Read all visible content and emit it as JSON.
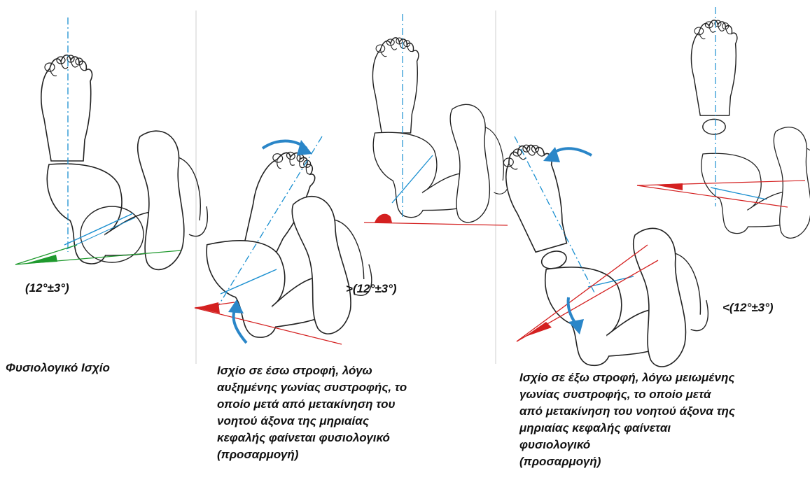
{
  "panels": [
    {
      "angle_label": "(12°±3°)",
      "caption": "Φυσιολογικό Ισχίο"
    },
    {
      "angle_label": ">(12°±3°)",
      "caption": "Ισχίο σε έσω στροφή, λόγω\nαυξημένης γωνίας συστροφής, το\nοποίο μετά από μετακίνηση του\nνοητού άξονα της μηριαίας\nκεφαλής φαίνεται φυσιολογικό\n(προσαρμογή)"
    },
    {
      "angle_label": "<(12°±3°)",
      "caption": "Ισχίο σε έξω στροφή, λόγω μειωμένης\nγωνίας συστροφής, το οποίο μετά\nαπό μετακίνηση του νοητού άξονα της\nμηριαίας κεφαλής φαίνεται\nφυσιολογικό\n(προσαρμογή)"
    }
  ],
  "colors": {
    "normal_angle": "#1f9a2e",
    "abnormal_angle": "#d42020",
    "axis": "#1a8fd0",
    "rotation_arrow": "#2a86c8",
    "outline": "#222222",
    "divider": "#cfcfcf"
  }
}
